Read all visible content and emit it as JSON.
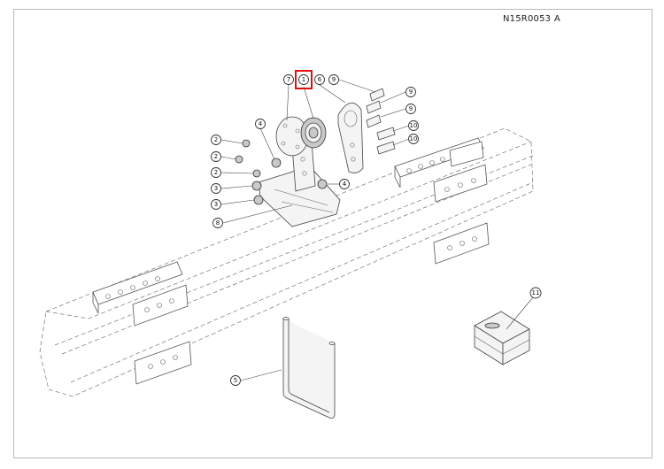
{
  "drawing": {
    "code": "N15R0053",
    "revision": "A"
  },
  "callouts": [
    {
      "id": "c7",
      "label": "7"
    },
    {
      "id": "c1",
      "label": "1"
    },
    {
      "id": "c6",
      "label": "6"
    },
    {
      "id": "c9a",
      "label": "9"
    },
    {
      "id": "c9b",
      "label": "9"
    },
    {
      "id": "c9c",
      "label": "9"
    },
    {
      "id": "c10a",
      "label": "10"
    },
    {
      "id": "c10b",
      "label": "10"
    },
    {
      "id": "c4a",
      "label": "4"
    },
    {
      "id": "c4b",
      "label": "4"
    },
    {
      "id": "c2a",
      "label": "2"
    },
    {
      "id": "c2b",
      "label": "2"
    },
    {
      "id": "c2c",
      "label": "2"
    },
    {
      "id": "c3a",
      "label": "3"
    },
    {
      "id": "c3b",
      "label": "3"
    },
    {
      "id": "c8",
      "label": "8"
    },
    {
      "id": "c5",
      "label": "5"
    },
    {
      "id": "c11",
      "label": "11"
    }
  ],
  "highlight_color": "#e01010"
}
